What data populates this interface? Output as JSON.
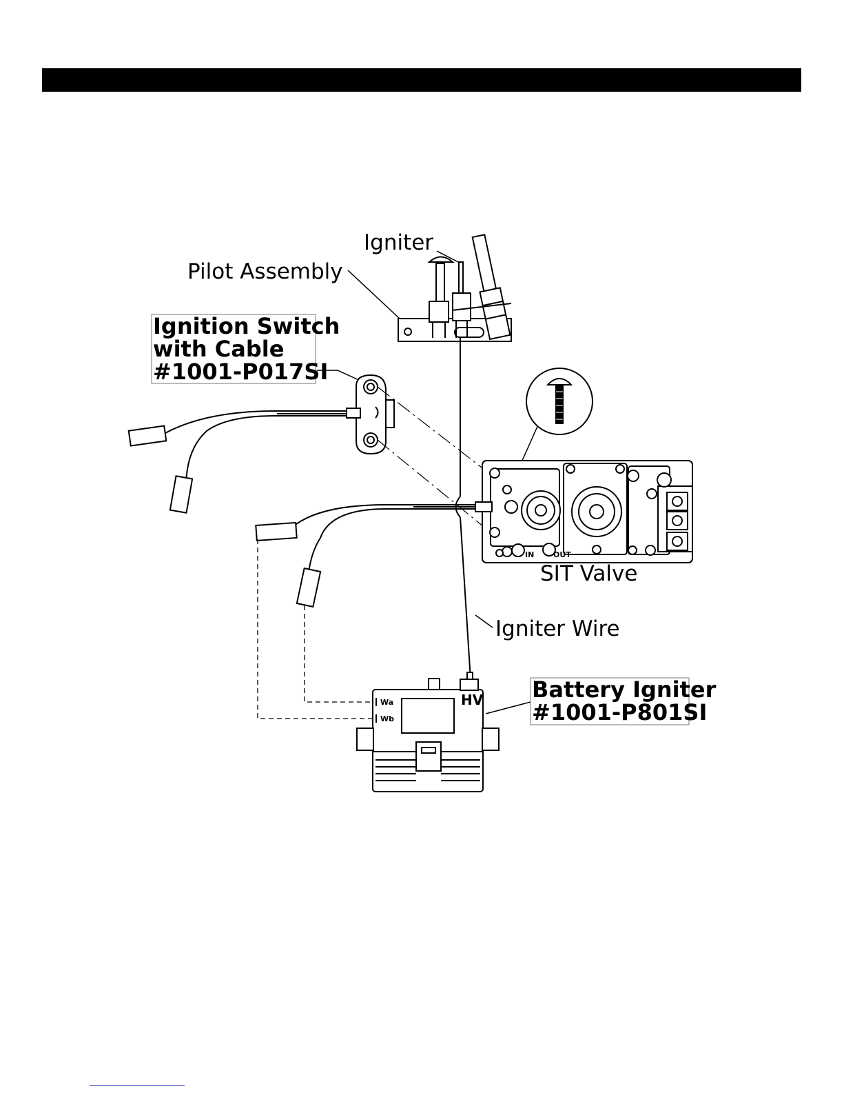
{
  "labels": {
    "igniter": "Igniter",
    "pilot_assembly": "Pilot Assembly",
    "ignition_switch_line1": "Ignition Switch",
    "ignition_switch_line2": "with Cable",
    "ignition_switch_part": "#1001-P017SI",
    "sit_valve": "SIT Valve",
    "igniter_wire": "Igniter Wire",
    "battery_igniter_line1": "Battery Igniter",
    "battery_igniter_part": "#1001-P801SI"
  },
  "igniter_terminals": {
    "wa": "Wa",
    "wb": "Wb",
    "hv": "HV"
  },
  "valve_markings": {
    "in": "IN",
    "out": "OUT"
  },
  "colors": {
    "header_bar": "#000000",
    "footer_line": "#3a4fc0"
  }
}
